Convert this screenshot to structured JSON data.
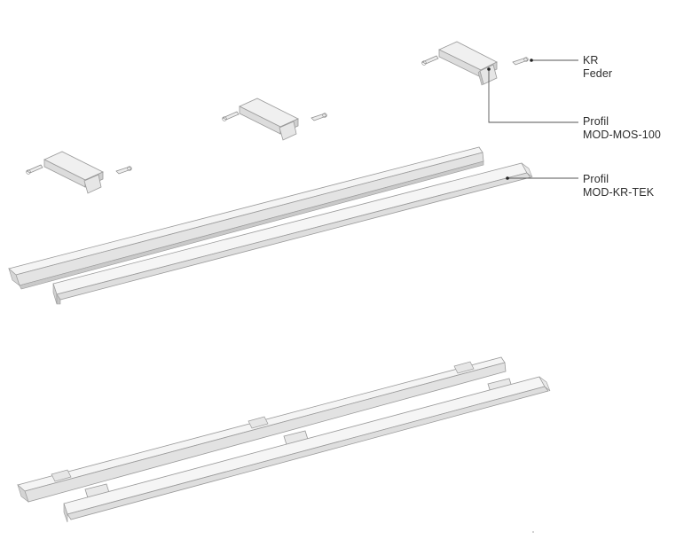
{
  "labels": {
    "kr_feder": {
      "line1": "KR",
      "line2": "Feder"
    },
    "profil_mos": {
      "line1": "Profil",
      "line2": "MOD-MOS-100"
    },
    "profil_tek": {
      "line1": "Profil",
      "line2": "MOD-KR-TEK"
    }
  },
  "colors": {
    "profile_light": "#f2f2f2",
    "profile_mid": "#e2e2e2",
    "profile_dark": "#c9c9c9",
    "edge": "#9a9a9a",
    "leader": "#555555",
    "text": "#2b2b2b"
  }
}
